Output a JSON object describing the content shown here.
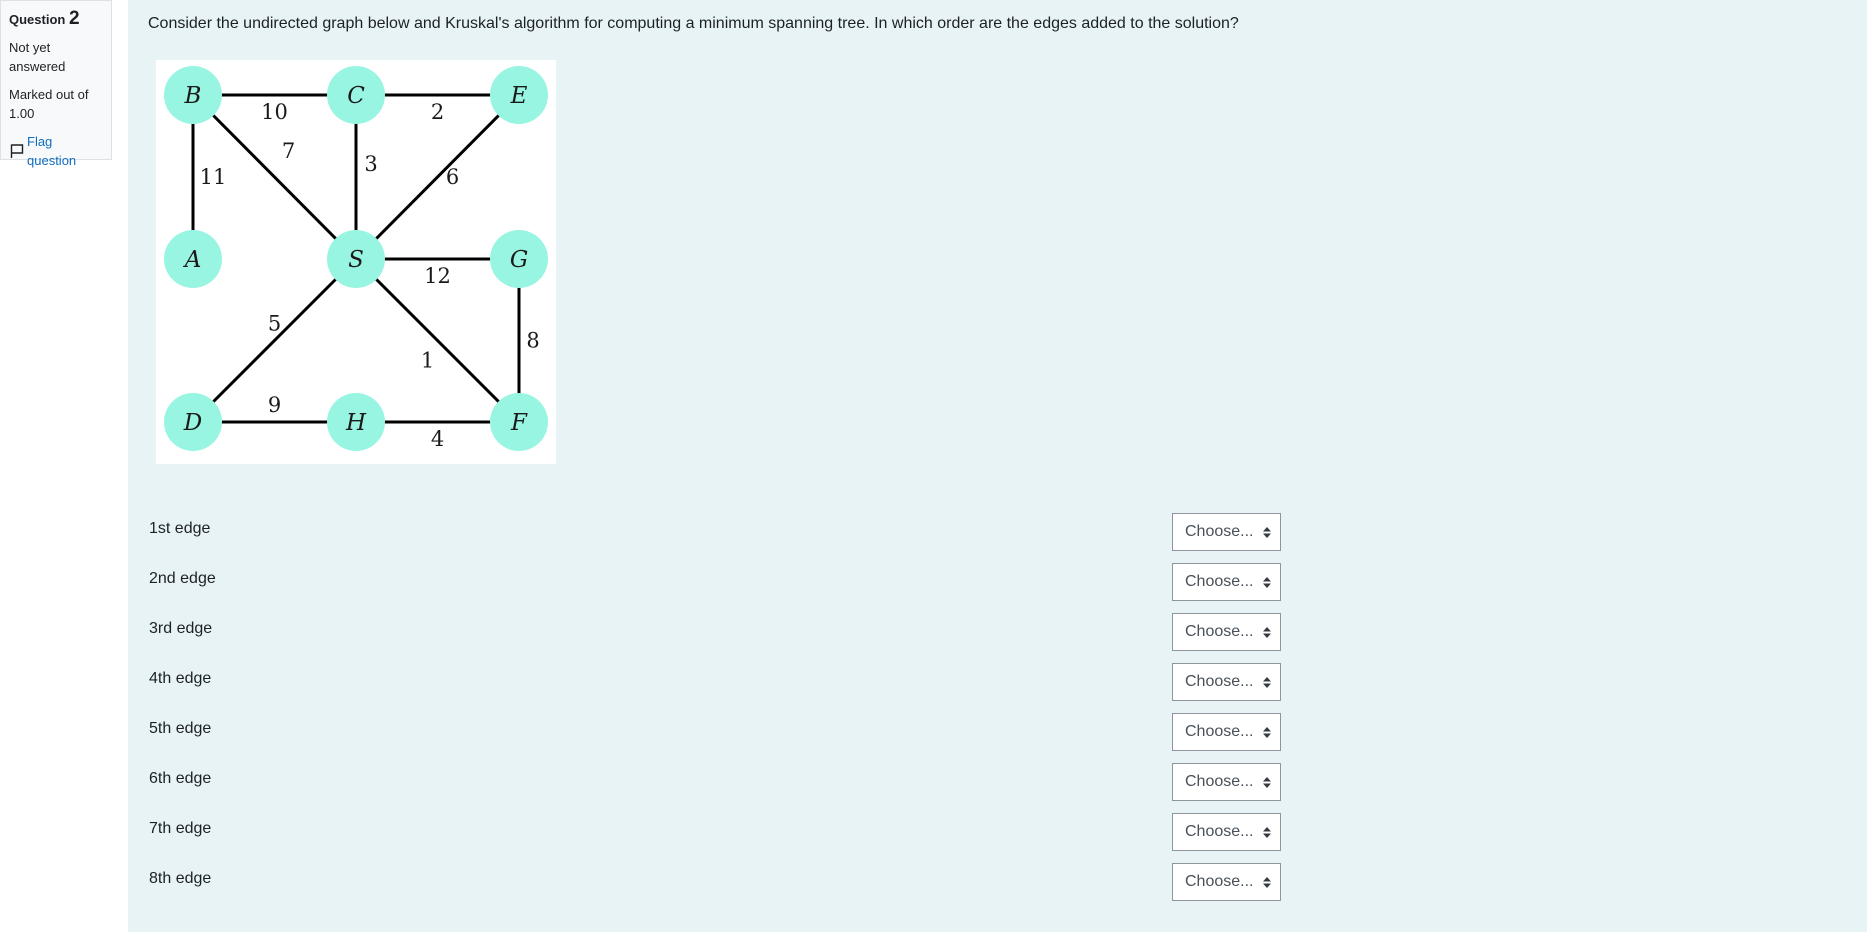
{
  "info": {
    "question_word": "Question",
    "question_number": "2",
    "status_line1": "Not yet",
    "status_line2": "answered",
    "marked_line1": "Marked out of",
    "marked_line2": "1.00",
    "flag_label": "Flag question"
  },
  "question": {
    "text": "Consider the undirected graph below and Kruskal's algorithm for computing a minimum spanning tree. In which order are the edges added to the solution?"
  },
  "graph": {
    "node_color": "#98f5e1",
    "nodes": [
      {
        "id": "B",
        "label": "B"
      },
      {
        "id": "C",
        "label": "C"
      },
      {
        "id": "E",
        "label": "E"
      },
      {
        "id": "A",
        "label": "A"
      },
      {
        "id": "S",
        "label": "S"
      },
      {
        "id": "G",
        "label": "G"
      },
      {
        "id": "D",
        "label": "D"
      },
      {
        "id": "H",
        "label": "H"
      },
      {
        "id": "F",
        "label": "F"
      }
    ],
    "edges": [
      {
        "from": "B",
        "to": "C",
        "weight": "10"
      },
      {
        "from": "C",
        "to": "E",
        "weight": "2"
      },
      {
        "from": "B",
        "to": "A",
        "weight": "11"
      },
      {
        "from": "B",
        "to": "S",
        "weight": "7"
      },
      {
        "from": "C",
        "to": "S",
        "weight": "3"
      },
      {
        "from": "E",
        "to": "S",
        "weight": "6"
      },
      {
        "from": "S",
        "to": "G",
        "weight": "12"
      },
      {
        "from": "G",
        "to": "F",
        "weight": "8"
      },
      {
        "from": "S",
        "to": "D",
        "weight": "5"
      },
      {
        "from": "S",
        "to": "F",
        "weight": "1"
      },
      {
        "from": "D",
        "to": "H",
        "weight": "9"
      },
      {
        "from": "H",
        "to": "F",
        "weight": "4"
      }
    ]
  },
  "answers": [
    {
      "label": "1st edge",
      "selected": "Choose..."
    },
    {
      "label": "2nd edge",
      "selected": "Choose..."
    },
    {
      "label": "3rd edge",
      "selected": "Choose..."
    },
    {
      "label": "4th edge",
      "selected": "Choose..."
    },
    {
      "label": "5th edge",
      "selected": "Choose..."
    },
    {
      "label": "6th edge",
      "selected": "Choose..."
    },
    {
      "label": "7th edge",
      "selected": "Choose..."
    },
    {
      "label": "8th edge",
      "selected": "Choose..."
    }
  ]
}
